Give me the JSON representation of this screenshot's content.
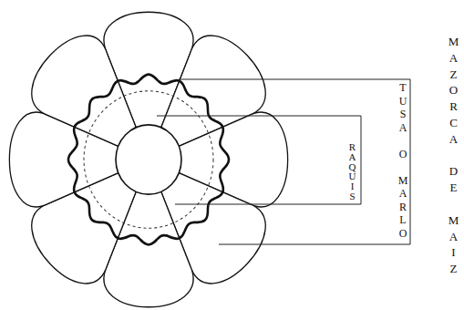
{
  "diagram": {
    "labels": [
      "TUSA O MARLO",
      "RAQUIS",
      "MAZORCA DE MAIZ"
    ]
  }
}
